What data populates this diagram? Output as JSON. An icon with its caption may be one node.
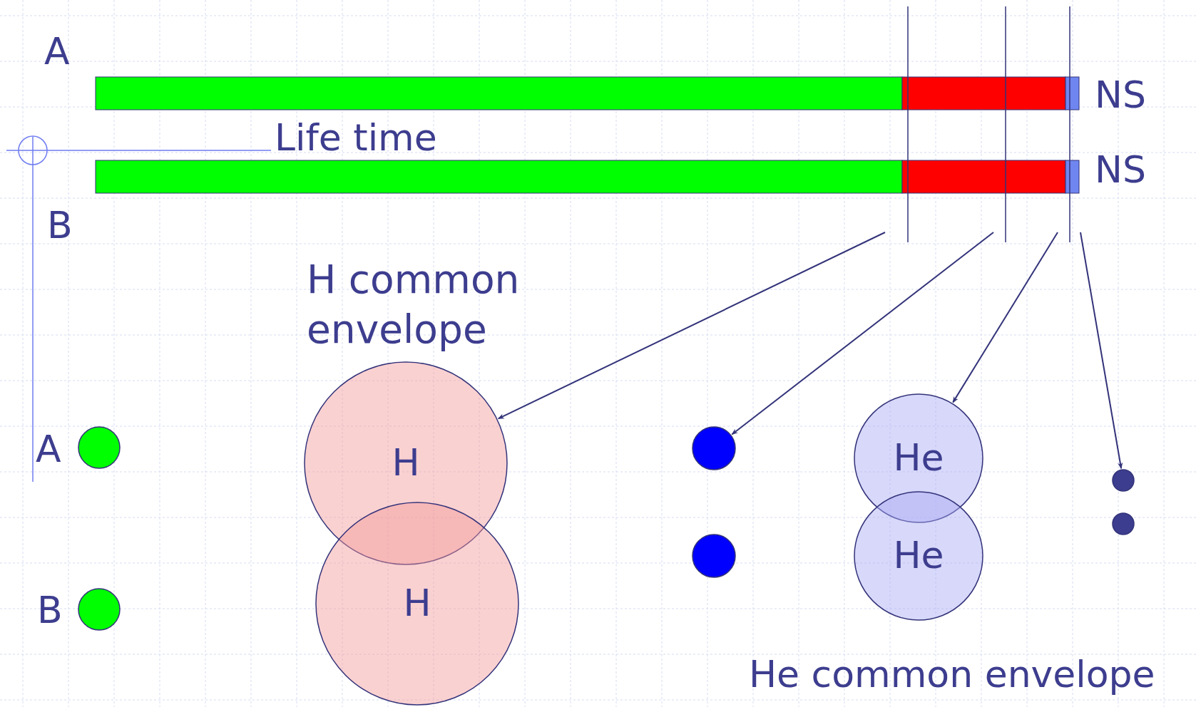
{
  "diagram": {
    "nodes": [
      {
        "text": [],
        "shape": "circle"
      },
      {
        "text": [],
        "shape": "circle"
      },
      {
        "text": [
          "H"
        ]
      },
      {
        "text": [
          "H"
        ]
      },
      {
        "text": [],
        "shape": "circle"
      },
      {
        "text": [],
        "shape": "circle"
      },
      {
        "text": [
          "He"
        ]
      },
      {
        "text": [
          "He"
        ]
      },
      {
        "text": [],
        "shape": "circle"
      },
      {
        "text": [],
        "shape": "circle"
      }
    ],
    "edges": [
      {
        "from": null,
        "to": 2,
        "arrow": "to"
      },
      {
        "from": null,
        "to": 4,
        "arrow": "to"
      },
      {
        "from": null,
        "to": 6,
        "arrow": "to"
      },
      {
        "from": null,
        "to": 8,
        "arrow": "to"
      }
    ],
    "labels": [
      "A",
      "NS",
      "Life time",
      "NS",
      "B",
      "H common envelope",
      "A",
      "B",
      "He common envelope"
    ]
  }
}
